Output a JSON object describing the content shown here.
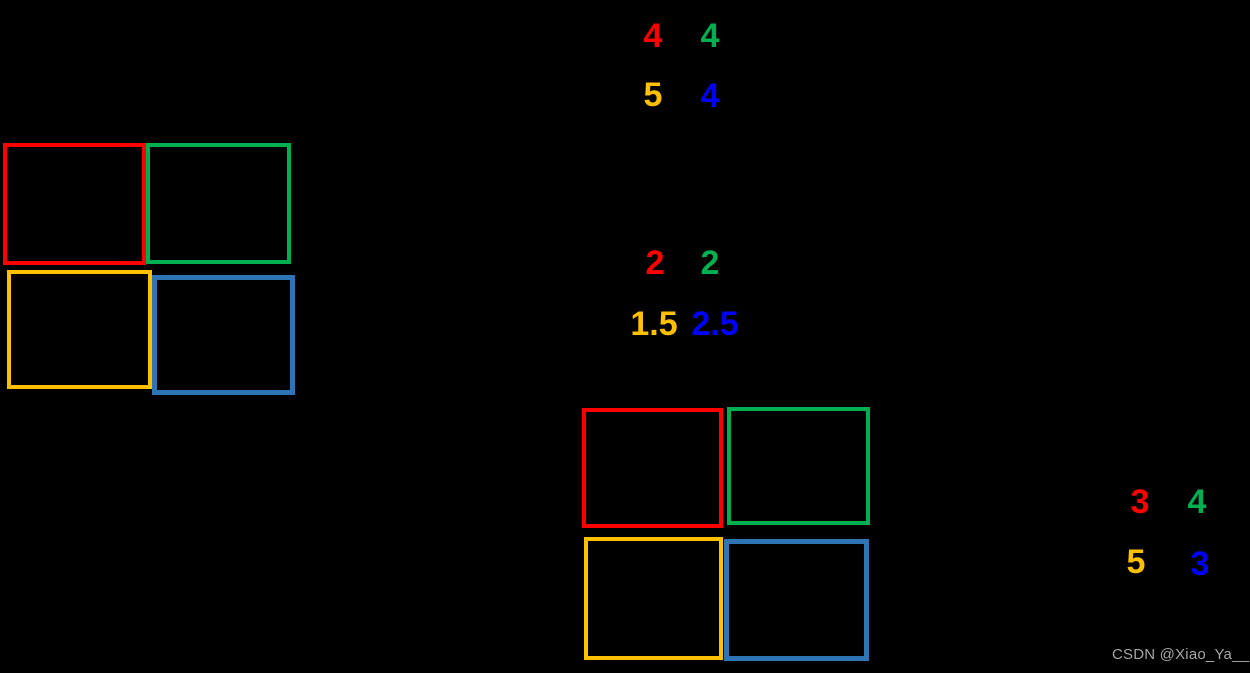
{
  "colors": {
    "red": "#FF0000",
    "green": "#00B050",
    "orange": "#FFC000",
    "steel-blue": "#2E75B6",
    "blue": "#0000FF",
    "watermark-gray": "#A6A6A6",
    "background": "#000000"
  },
  "box_grids": {
    "left": {
      "cells": [
        "red",
        "green",
        "orange",
        "steel-blue"
      ]
    },
    "bottom_center": {
      "cells": [
        "red",
        "green",
        "orange",
        "steel-blue"
      ]
    }
  },
  "number_groups": {
    "top": {
      "cells": [
        {
          "value": "4",
          "color": "red"
        },
        {
          "value": "4",
          "color": "green"
        },
        {
          "value": "5",
          "color": "orange"
        },
        {
          "value": "4",
          "color": "blue"
        }
      ]
    },
    "middle": {
      "cells": [
        {
          "value": "2",
          "color": "red"
        },
        {
          "value": "2",
          "color": "green"
        },
        {
          "value": "1.5",
          "color": "orange"
        },
        {
          "value": "2.5",
          "color": "blue"
        }
      ]
    },
    "right": {
      "cells": [
        {
          "value": "3",
          "color": "red"
        },
        {
          "value": "4",
          "color": "green"
        },
        {
          "value": "5",
          "color": "orange"
        },
        {
          "value": "3",
          "color": "blue"
        }
      ]
    }
  },
  "watermark": {
    "text": "CSDN @Xiao_Ya__"
  }
}
